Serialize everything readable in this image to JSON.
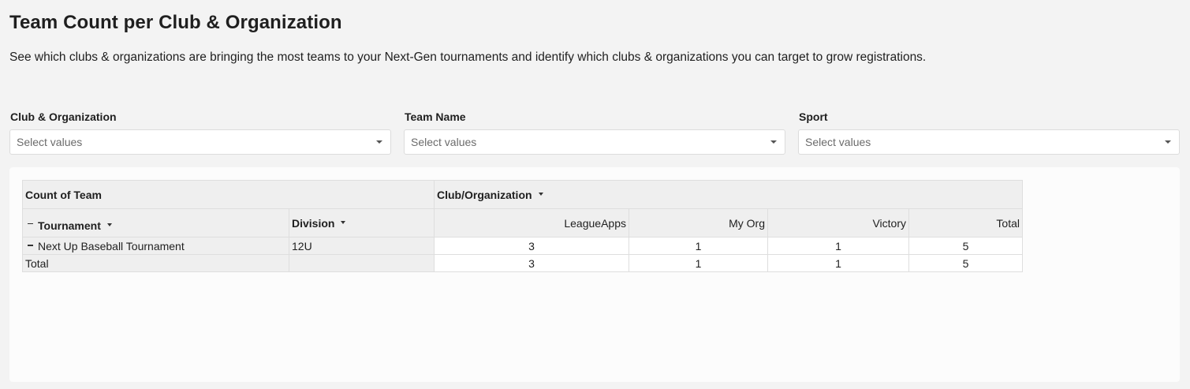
{
  "header": {
    "title": "Team Count per Club & Organization",
    "description": "See which clubs & organizations are bringing the most teams to your Next-Gen tournaments and identify which clubs & organizations you can target to grow registrations."
  },
  "filters": [
    {
      "label": "Club & Organization",
      "placeholder": "Select values"
    },
    {
      "label": "Team Name",
      "placeholder": "Select values"
    },
    {
      "label": "Sport",
      "placeholder": "Select values"
    }
  ],
  "pivot": {
    "measure_label": "Count of Team",
    "column_dimension": "Club/Organization",
    "row_dimensions": [
      "Tournament",
      "Division"
    ],
    "columns": [
      "LeagueApps",
      "My Org",
      "Victory",
      "Total"
    ],
    "rows": [
      {
        "tournament": "Next Up Baseball Tournament",
        "division": "12U",
        "values": [
          "3",
          "1",
          "1",
          "5"
        ]
      }
    ],
    "total_row": {
      "label": "Total",
      "values": [
        "3",
        "1",
        "1",
        "5"
      ]
    }
  }
}
